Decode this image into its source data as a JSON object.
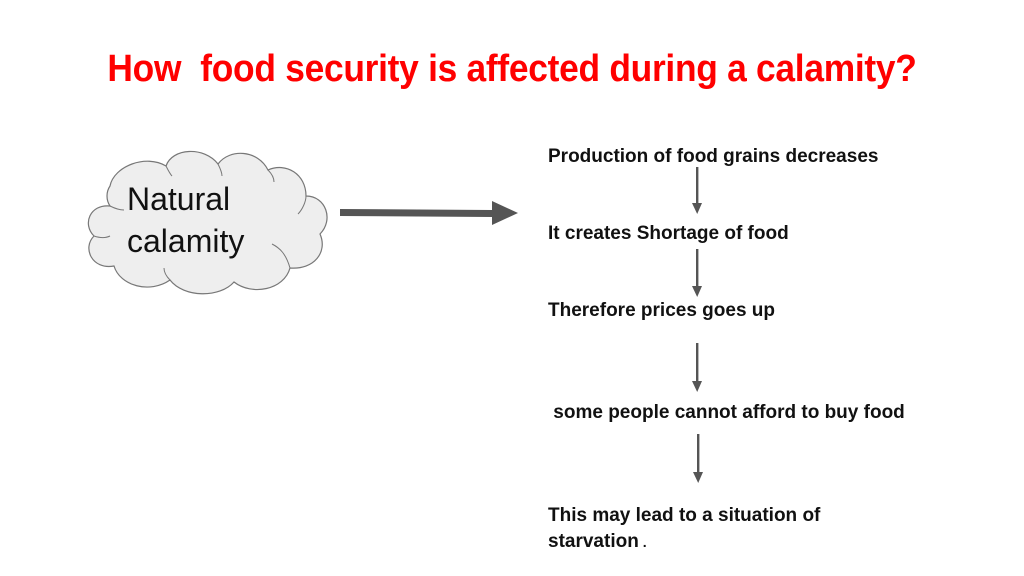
{
  "slide": {
    "title": "How  food security is affected during a calamity?",
    "title_color": "#ff0000"
  },
  "cause": {
    "shape": "cloud",
    "fill": "#eeeeee",
    "stroke": "#777777",
    "line1": "Natural",
    "line2": "calamity"
  },
  "connector": {
    "icon": "arrow-right-icon",
    "color": "#555555"
  },
  "flow": {
    "arrow_color": "#555555",
    "steps": [
      {
        "text": "Production of food grains decreases"
      },
      {
        "text": "It creates Shortage of food"
      },
      {
        "text": "Therefore prices goes up"
      },
      {
        "text": " some people cannot afford to buy food"
      },
      {
        "text": "This may lead to a situation of starvation",
        "suffix": " ."
      }
    ]
  }
}
